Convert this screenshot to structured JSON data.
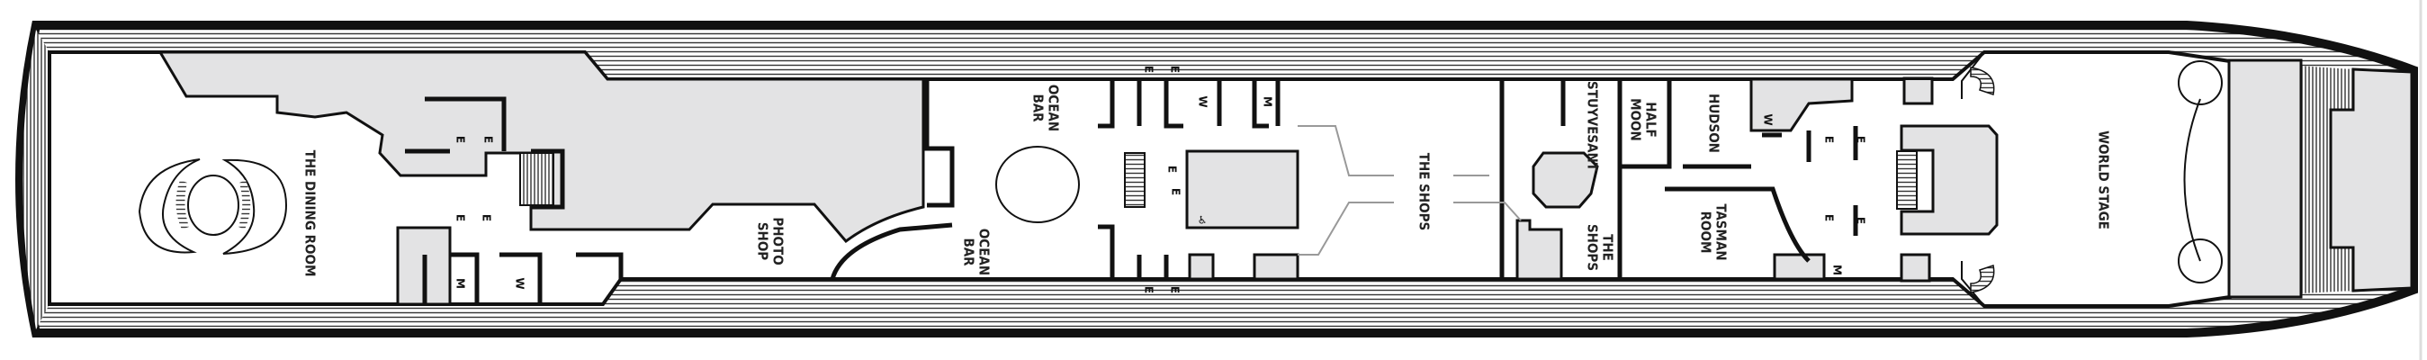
{
  "deck_plan": {
    "colors": {
      "wall": "#111111",
      "shaded": "#e3e3e4",
      "background": "#ffffff",
      "leader": "#999999"
    },
    "venues": {
      "dining_room": "THE DINING ROOM",
      "photo_shop_1": "PHOTO",
      "photo_shop_2": "SHOP",
      "ocean_bar_top_1": "OCEAN",
      "ocean_bar_top_2": "BAR",
      "ocean_bar_bottom_1": "OCEAN",
      "ocean_bar_bottom_2": "BAR",
      "the_shops": "THE SHOPS",
      "stuyvesant": "STUYVESANT",
      "the_shops_2_1": "THE",
      "the_shops_2_2": "SHOPS",
      "half_moon_1": "HALF",
      "half_moon_2": "MOON",
      "hudson": "HUDSON",
      "tasman_1": "TASMAN",
      "tasman_2": "ROOM",
      "world_stage": "WORLD STAGE"
    },
    "markers": {
      "elevator": "E",
      "womens_restroom": "W",
      "mens_restroom": "M",
      "accessible_icon": "wheelchair-icon",
      "accessible_glyph": "♿"
    }
  }
}
